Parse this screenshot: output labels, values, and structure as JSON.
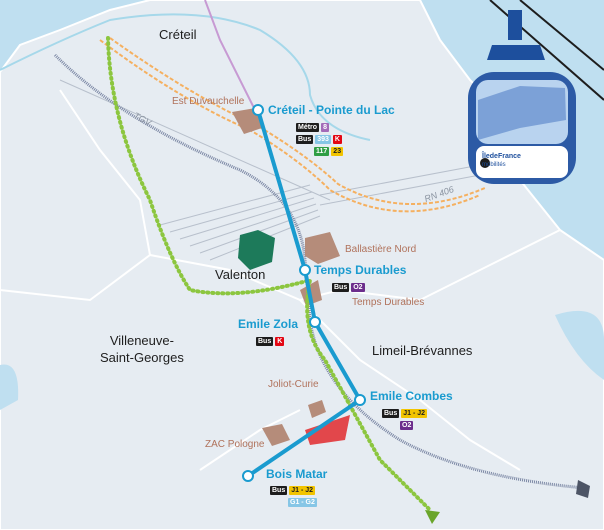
{
  "colors": {
    "water": "#bfdff0",
    "land": "#e8edf3",
    "cable_line": "#1a9bcf",
    "greenway": "#8cc63f",
    "tgv": "#7b87a4",
    "station_label": "#1a9bcf",
    "zone_label": "#b0725b"
  },
  "cities": {
    "creteil": "Créteil",
    "valenton": "Valenton",
    "villeneuve": "Villeneuve-\nSaint-Georges",
    "limeil": "Limeil-Brévannes"
  },
  "zones": {
    "est_duvauchelle": "Est Duvauchelle",
    "ballastiere_nord": "Ballastière Nord",
    "temps_durables_zone": "Temps Durables",
    "joliot_curie": "Joliot-Curie",
    "zac_pologne": "ZAC Pologne"
  },
  "roads": {
    "tgv": "TGV",
    "rn406": "RN 406"
  },
  "stations": [
    {
      "id": "creteil-pointe-du-lac",
      "name": "Créteil - Pointe du Lac",
      "connections": [
        {
          "mode": "Métro",
          "lines": [
            {
              "label": "8",
              "cls": "t-metro"
            }
          ]
        },
        {
          "mode": "Bus",
          "lines": [
            {
              "label": "393",
              "cls": "t-393"
            },
            {
              "label": "K",
              "cls": "t-k"
            }
          ]
        },
        {
          "mode": "",
          "lines": [
            {
              "label": "117",
              "cls": "t-117"
            },
            {
              "label": "23",
              "cls": "t-23"
            }
          ]
        }
      ]
    },
    {
      "id": "temps-durables",
      "name": "Temps Durables",
      "connections": [
        {
          "mode": "Bus",
          "lines": [
            {
              "label": "O2",
              "cls": "t-o2"
            }
          ]
        }
      ]
    },
    {
      "id": "emile-zola",
      "name": "Emile Zola",
      "connections": [
        {
          "mode": "Bus",
          "lines": [
            {
              "label": "K",
              "cls": "t-k"
            }
          ]
        }
      ]
    },
    {
      "id": "emile-combes",
      "name": "Emile Combes",
      "connections": [
        {
          "mode": "Bus",
          "lines": [
            {
              "label": "J1 - J2",
              "cls": "t-j"
            }
          ]
        },
        {
          "mode": "",
          "lines": [
            {
              "label": "O2",
              "cls": "t-o2"
            }
          ]
        }
      ]
    },
    {
      "id": "bois-matar",
      "name": "Bois Matar",
      "connections": [
        {
          "mode": "Bus",
          "lines": [
            {
              "label": "J1 - J2",
              "cls": "t-j"
            }
          ]
        },
        {
          "mode": "",
          "lines": [
            {
              "label": "G1 - G2",
              "cls": "t-g"
            }
          ]
        }
      ]
    }
  ],
  "gondola": {
    "brand": "ÎledeFrance",
    "brand_sub": "mobilités",
    "icon": "cable-car-icon"
  }
}
